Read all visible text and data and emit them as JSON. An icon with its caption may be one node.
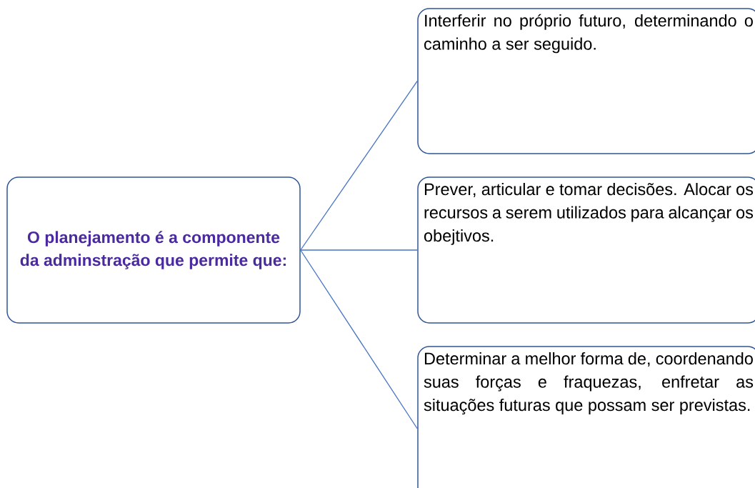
{
  "diagram": {
    "nodes": [
      {
        "text": [
          "O planejamento é a componente da adminstração que permite que:"
        ]
      },
      {
        "text": [
          "Interferir no próprio futuro, determinando o caminho a ser seguido."
        ]
      },
      {
        "text": [
          "Prever, articular e tomar decisões. Alocar os recursos a serem utilizados para alcançar os obejtivos."
        ]
      },
      {
        "text": [
          "Determinar a melhor forma de, coordenando suas forças e fraquezas, enfretar as situações futuras que possam ser previstas."
        ]
      }
    ],
    "edges": [
      {
        "from": 0,
        "to": 1,
        "arrow": "none"
      },
      {
        "from": 0,
        "to": 2,
        "arrow": "none"
      },
      {
        "from": 0,
        "to": 3,
        "arrow": "none"
      }
    ]
  }
}
